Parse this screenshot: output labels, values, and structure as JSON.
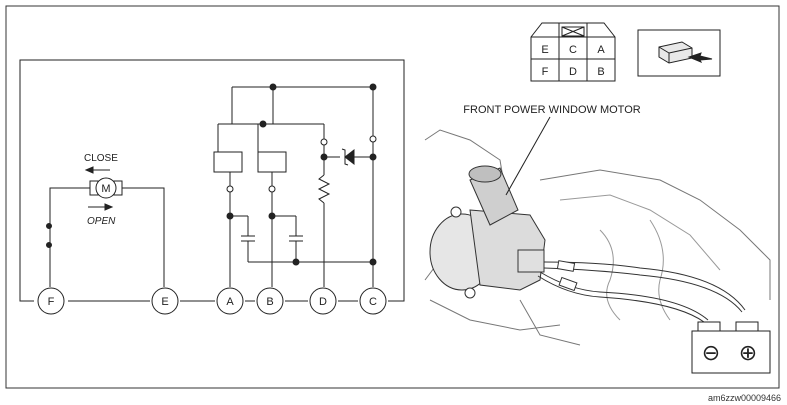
{
  "schematic": {
    "close_label": "CLOSE",
    "open_label": "OPEN",
    "motor_symbol": "M",
    "terminals": [
      "F",
      "E",
      "A",
      "B",
      "D",
      "C"
    ]
  },
  "connector": {
    "top_row": [
      "",
      "",
      ""
    ],
    "middle_row": [
      "E",
      "C",
      "A"
    ],
    "bottom_row": [
      "F",
      "D",
      "B"
    ]
  },
  "illustration": {
    "callout_label": "FRONT POWER WINDOW MOTOR",
    "battery_negative": "⊖",
    "battery_positive": "⊕"
  },
  "footer": {
    "reference_code": "am6zzw00009466"
  }
}
